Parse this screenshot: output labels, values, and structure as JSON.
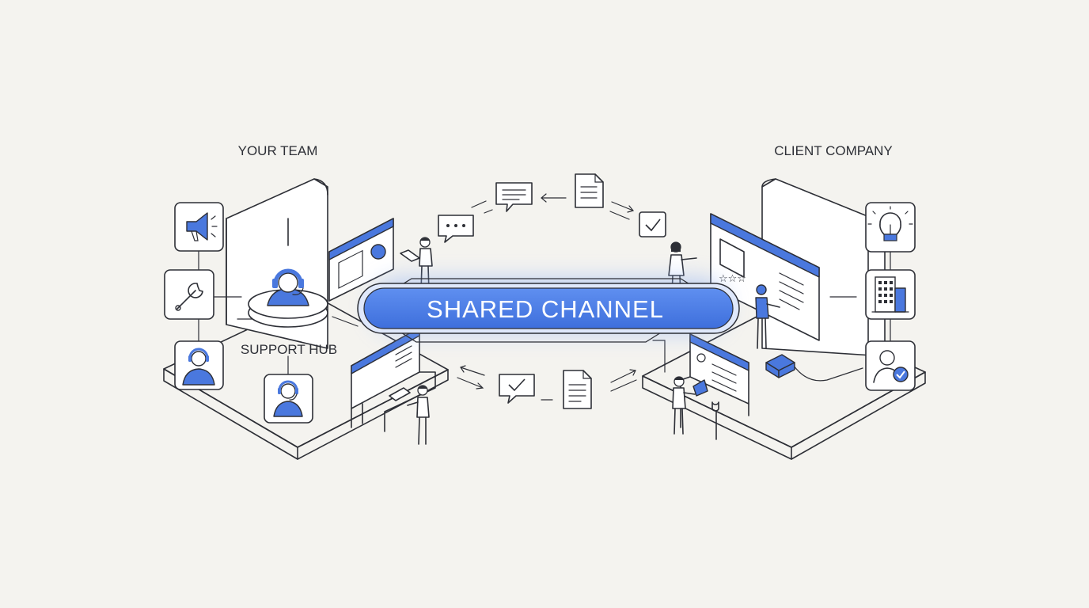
{
  "labels": {
    "left_team": "YOUR TEAM",
    "right_team": "CLIENT COMPANY",
    "hub": "SUPPORT HUB",
    "channel": "SHARED CHANNEL"
  },
  "colors": {
    "background": "#f4f3ef",
    "accent": "#4a78de",
    "line": "#2d2f36"
  },
  "icons": {
    "left_column": [
      "megaphone-icon",
      "wrench-icon",
      "headset-agent-icon"
    ],
    "hub_bottom": "headset-agent-icon",
    "right_column": [
      "lightbulb-icon",
      "building-icon",
      "verified-user-icon"
    ],
    "flow_top": [
      "chat-bubble-dots-icon",
      "chat-bubble-lines-icon",
      "document-icon",
      "checkmark-icon"
    ],
    "flow_bottom": [
      "chat-bubble-check-icon",
      "document-icon"
    ]
  }
}
